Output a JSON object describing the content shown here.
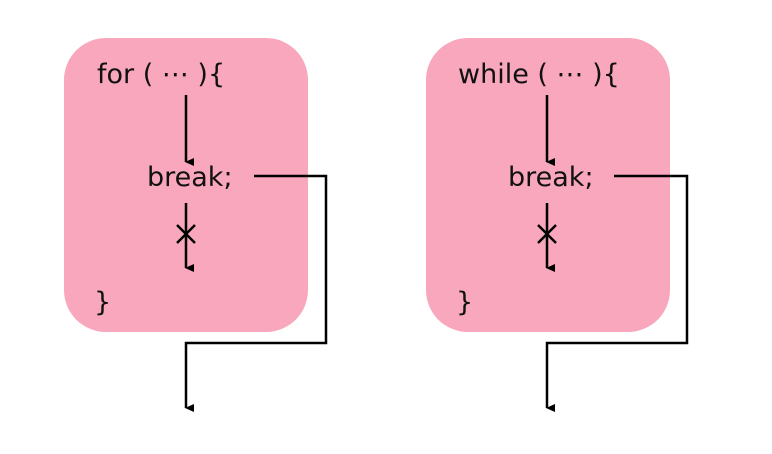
{
  "colors": {
    "block_fill": "#f9a7bd",
    "line": "#000000",
    "text": "#111111"
  },
  "blocks": [
    {
      "header": "for ( ⋯ ){",
      "break_stmt": "break;",
      "close": "}",
      "skip_mark": "×"
    },
    {
      "header": "while ( ⋯ ){",
      "break_stmt": "break;",
      "close": "}",
      "skip_mark": "×"
    }
  ]
}
